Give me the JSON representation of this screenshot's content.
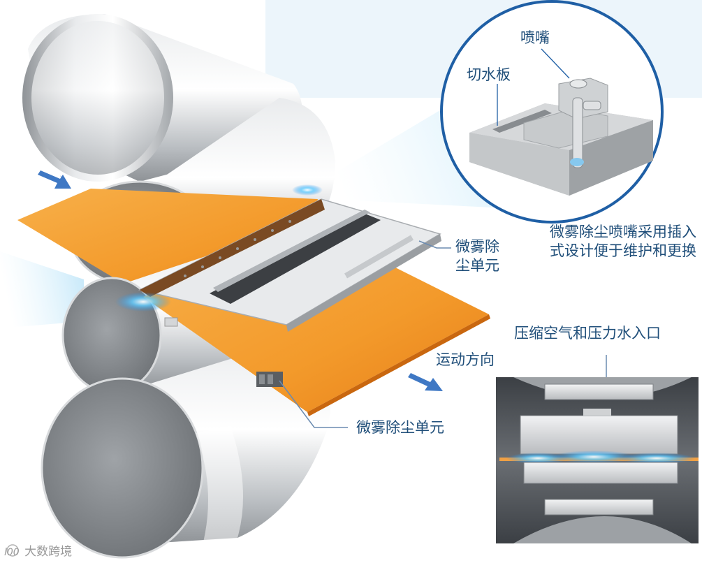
{
  "labels": {
    "nozzle": "喷嘴",
    "water_cut_plate": "切水板",
    "mist_unit_upper": "微雾除尘单元",
    "mist_unit_lower": "微雾除尘单元",
    "nozzle_note": "微雾除尘喷嘴采用插入式设计便于维护和更换",
    "air_water_inlet": "压缩空气和压力水入口",
    "direction": "运动方向"
  },
  "watermark": {
    "logo": "l00",
    "text": "大数跨境"
  },
  "colors": {
    "label_text": "#1f4e79",
    "strip_orange": "#f39a2b",
    "arrow_blue": "#3f78c4",
    "mist_blue": "#4cc2ff",
    "circle_border": "#1f5fa5",
    "roller_gray": "#c4c7ca"
  }
}
